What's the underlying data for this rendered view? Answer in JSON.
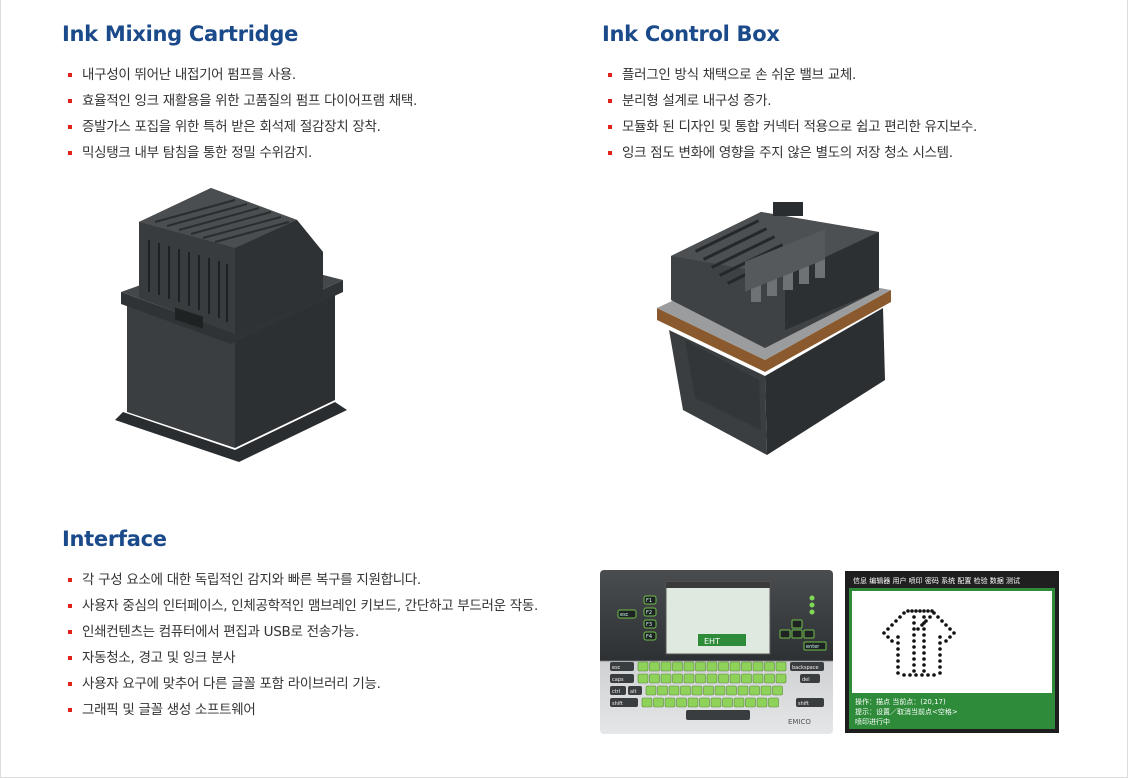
{
  "sections": {
    "mixing": {
      "title": "Ink Mixing Cartridge",
      "items": [
        "내구성이 뛰어난 내접기어 펌프를 사용.",
        "효율적인 잉크 재활용을 위한 고품질의 펌프 다이어프램 채택.",
        "증발가스 포집을 위한 특허 받은 회석제 절감장치 장착.",
        "믹싱탱크 내부 탐침을 통한 정밀 수위감지."
      ]
    },
    "control": {
      "title": "Ink Control Box",
      "items": [
        "플러그인 방식 채택으로 손 쉬운 밸브 교체.",
        "분리형 설계로 내구성 증가.",
        "모듈화 된 디자인 및 통합 커넥터 적용으로 쉽고 편리한 유지보수.",
        "잉크 점도 변화에 영향을 주지 않은 별도의 저장 청소 시스템."
      ]
    },
    "interface": {
      "title": "Interface",
      "items": [
        "각 구성 요소에 대한 독립적인 감지와 빠른 복구를 지원합니다.",
        "사용자 중심의 인터페이스, 인체공학적인 맴브레인 키보드, 간단하고 부드러운 작동.",
        "인쇄컨텐츠는 컴퓨터에서 편집과 USB로 전송가능.",
        "자동청소, 경고 및 잉크 분사",
        "사용자 요구에 맞추어 다른 글꼴 포함 라이브러리 기능.",
        "그래픽 및 글꼴 생성 소프트웨어"
      ]
    }
  },
  "keypad": {
    "brand": "EMICO",
    "esc": "esc",
    "caps": "caps",
    "ctrl": "ctrl",
    "alt": "alt",
    "shift": "shift",
    "backspace": "backspace",
    "del": "del",
    "enter": "enter",
    "f1": "F1",
    "f2": "F2",
    "f3": "F3",
    "f4": "F4",
    "screen_text": "EHT"
  },
  "lcd": {
    "menu": "信息 编辑器 用户 喷印 密码 系统 配置 检验 数据 测试",
    "status1": "操作：描点  当前点：(20,17)",
    "status2": "提示：设置／取消当前点<空格>",
    "status3": "喷印进行中"
  },
  "colors": {
    "title": "#1b4a8a",
    "bullet": "#e2231a",
    "lcd_green": "#2e8b3a"
  }
}
